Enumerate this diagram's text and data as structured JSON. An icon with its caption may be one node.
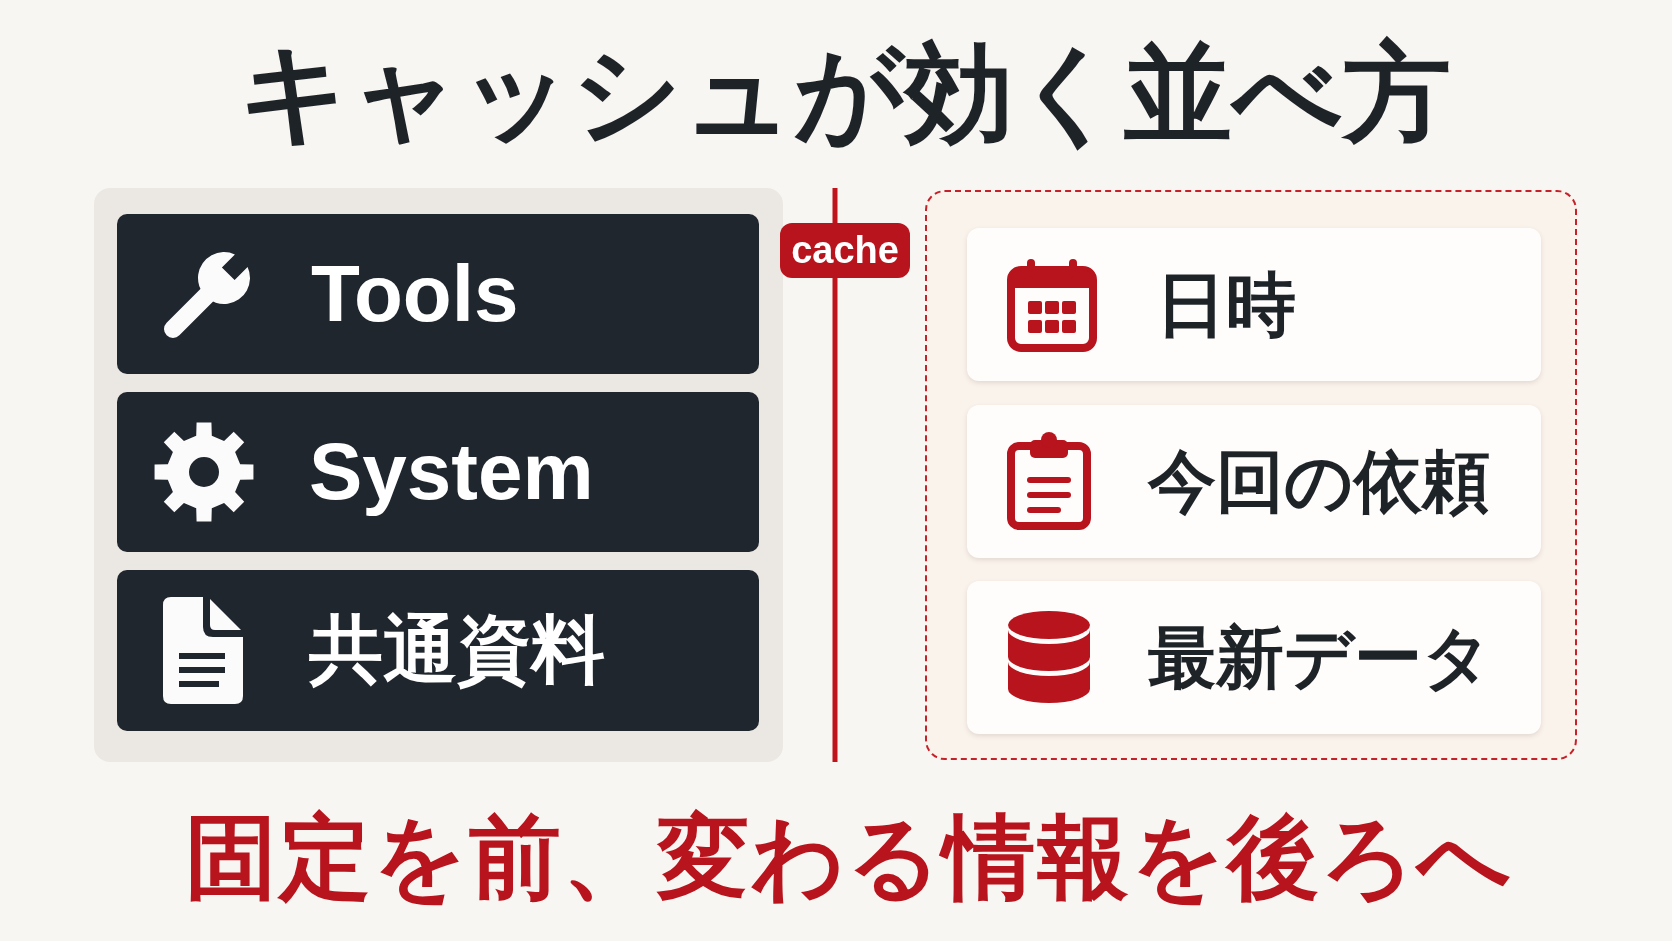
{
  "diagram": {
    "title": "キャッシュが効く並べ方",
    "caption": "固定を前、変わる情報を後ろへ",
    "nodes": [
      {
        "text": [],
        "shape": "box"
      },
      {
        "text": [
          "Tools"
        ],
        "in": 0
      },
      {
        "text": [
          "System"
        ],
        "in": 0
      },
      {
        "text": [
          "共通資料"
        ],
        "in": 0
      },
      {
        "text": [
          "cache"
        ]
      },
      {
        "text": [],
        "shape": "box"
      },
      {
        "text": [
          "日時"
        ],
        "in": 5
      },
      {
        "text": [
          "今回の依頼"
        ],
        "in": 5
      },
      {
        "text": [
          "最新データ"
        ],
        "in": 5
      }
    ]
  }
}
